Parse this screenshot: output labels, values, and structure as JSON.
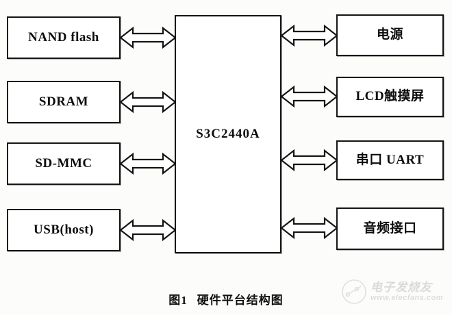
{
  "figure": {
    "caption_number": "图1",
    "caption_title": "硬件平台结构图"
  },
  "cpu": {
    "label": "S3C2440A"
  },
  "peripherals_left": [
    {
      "label": "NAND flash",
      "connector": "double-headed-arrow"
    },
    {
      "label": "SDRAM",
      "connector": "double-headed-arrow"
    },
    {
      "label": "SD-MMC",
      "connector": "double-headed-arrow"
    },
    {
      "label": "USB(host)",
      "connector": "double-headed-arrow"
    }
  ],
  "peripherals_right": [
    {
      "label": "电源",
      "connector": "double-headed-arrow"
    },
    {
      "label": "LCD触摸屏",
      "connector": "double-headed-arrow"
    },
    {
      "label": "串口 UART",
      "connector": "double-headed-arrow"
    },
    {
      "label": "音频接口",
      "connector": "double-headed-arrow"
    }
  ],
  "watermark": {
    "site_name": "电子发烧友",
    "site_url": "www.elecfans.com"
  },
  "colors": {
    "page_background": "#fcfcfa",
    "box_fill": "#ffffff",
    "line": "#141414",
    "text": "#0d0d0d"
  }
}
